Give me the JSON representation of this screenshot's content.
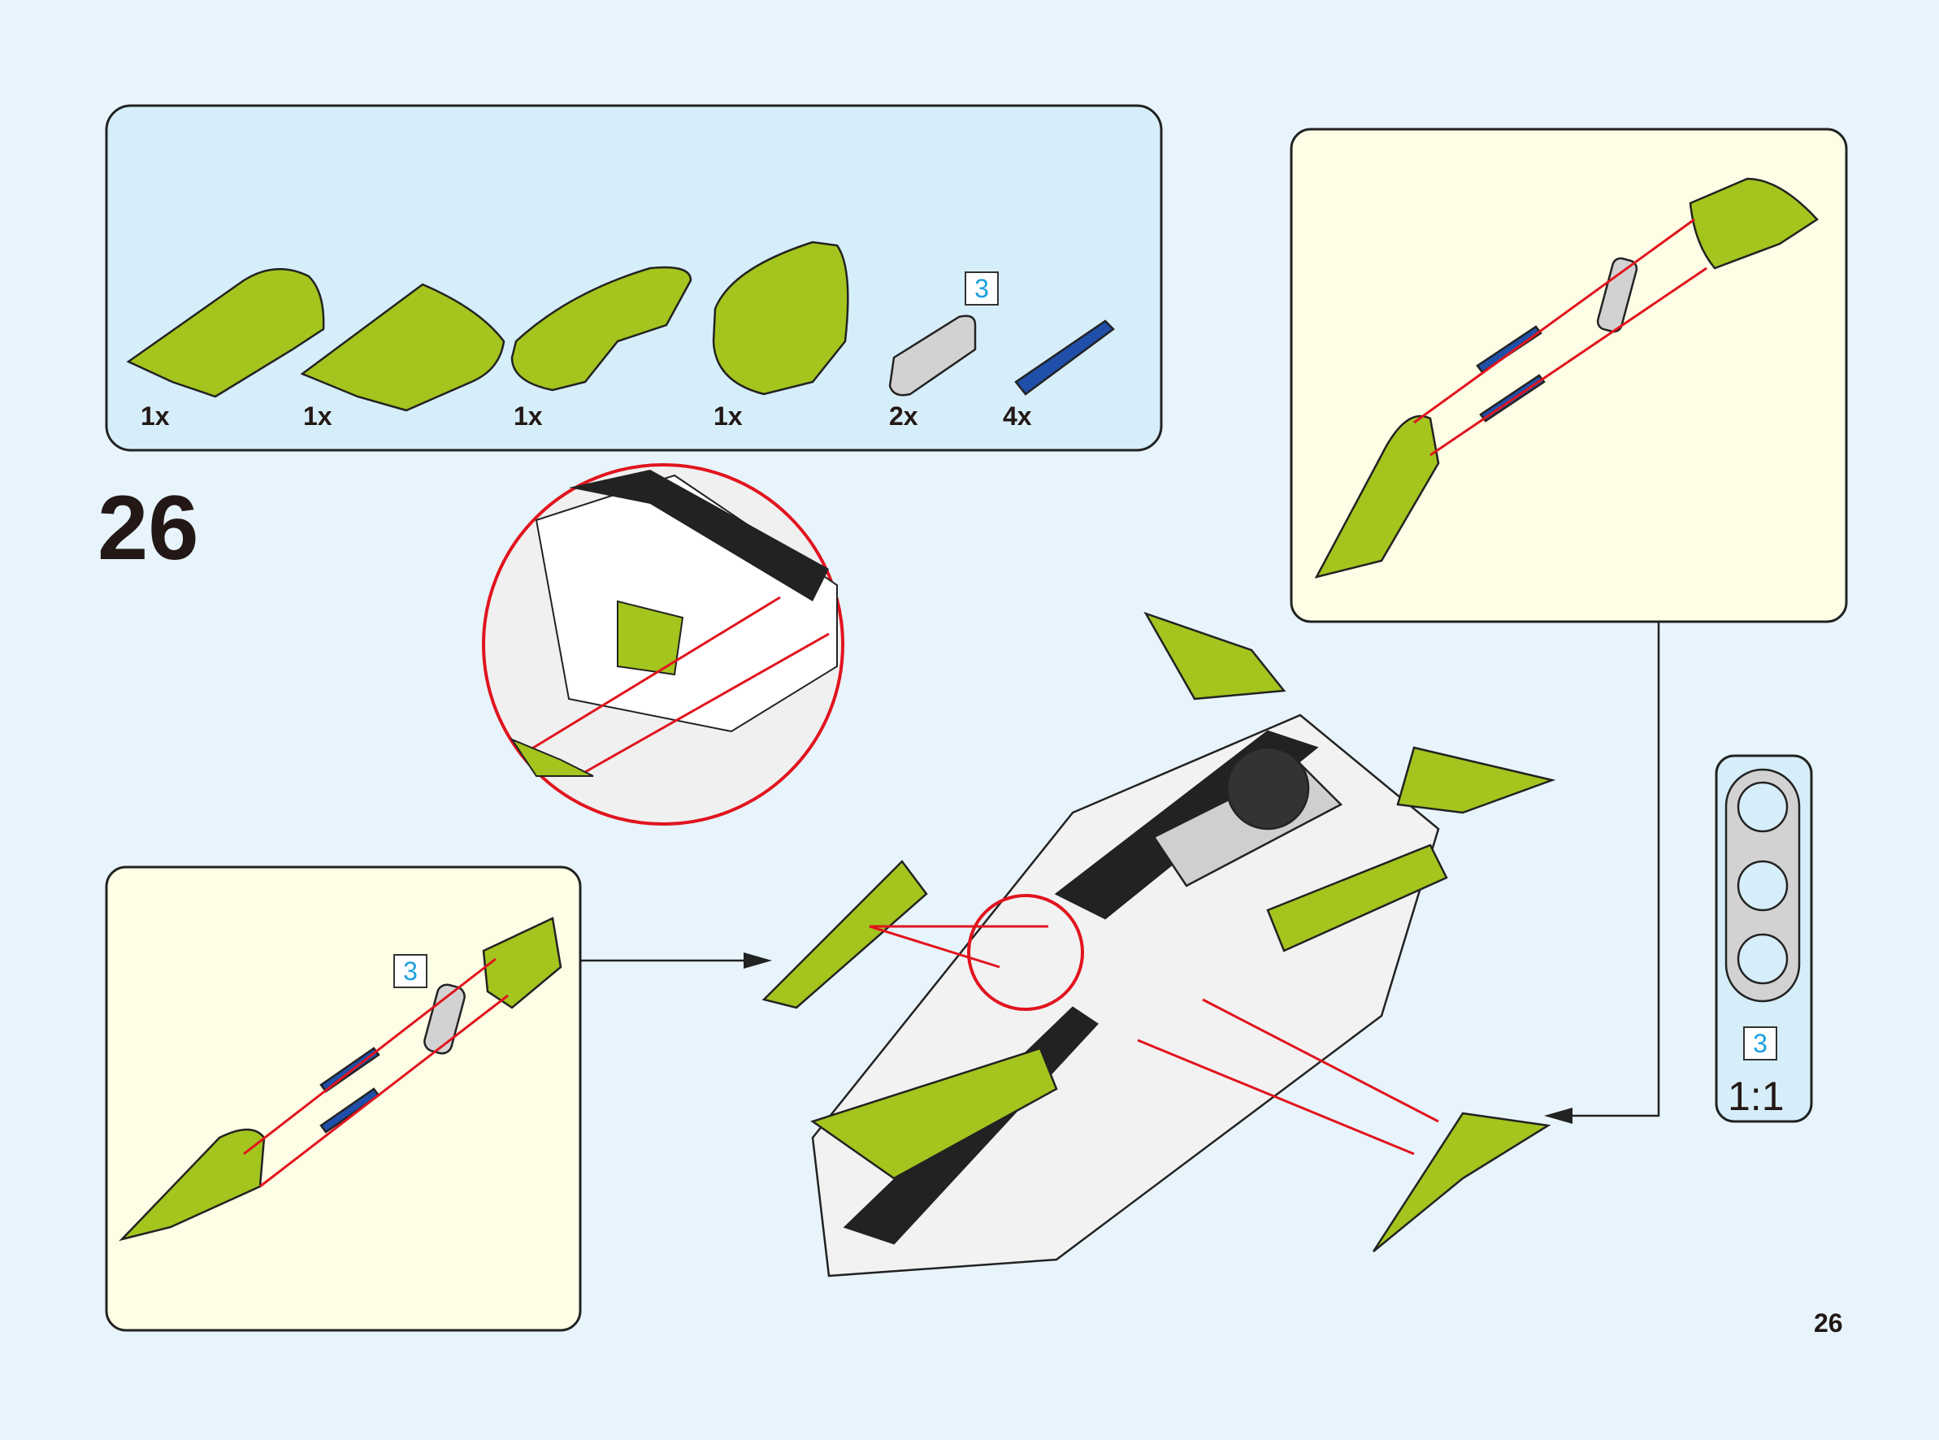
{
  "step_number": "26",
  "page_number": "26",
  "colors": {
    "background": "#e8f4fb",
    "parts_panel": "#d6eef9",
    "sub_panel": "#fefee6",
    "lime": "#a4c41e",
    "blue": "#1f4fa8",
    "grey": "#d2d2d2",
    "arrow": "#e1141e",
    "length_text": "#1ba0e0"
  },
  "parts_list": {
    "items": [
      {
        "part": "lime-panel-curved-a",
        "qty": "1x"
      },
      {
        "part": "lime-panel-flat",
        "qty": "1x"
      },
      {
        "part": "lime-panel-curved-b",
        "qty": "1x"
      },
      {
        "part": "lime-panel-wedge",
        "qty": "1x"
      },
      {
        "part": "grey-beam",
        "qty": "2x",
        "length": "3"
      },
      {
        "part": "blue-pin",
        "qty": "4x"
      }
    ]
  },
  "subassembly_top_right": {
    "parts": [
      "lime-panel-wedge",
      "grey-beam",
      "blue-pin",
      "lime-panel-curved-b"
    ]
  },
  "subassembly_bottom_left": {
    "length_badge": "3"
  },
  "scale_reference": {
    "length": "3",
    "ratio": "1:1"
  }
}
